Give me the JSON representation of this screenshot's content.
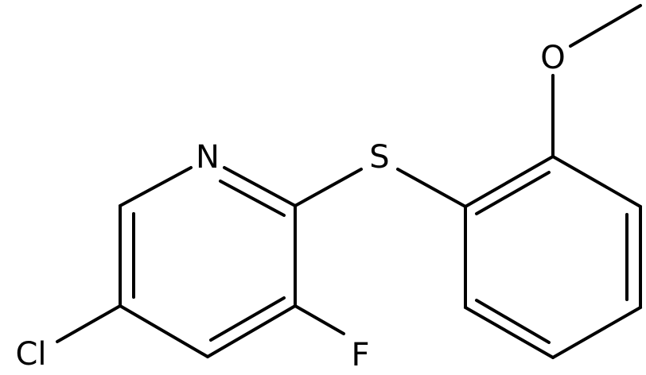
{
  "molecule": {
    "atoms": {
      "nitrogen": "N",
      "sulfur": "S",
      "fluorine": "F",
      "chlorine": "Cl",
      "oxygen": "O"
    }
  },
  "colors": {
    "ink": "#000000",
    "background": "#ffffff"
  }
}
